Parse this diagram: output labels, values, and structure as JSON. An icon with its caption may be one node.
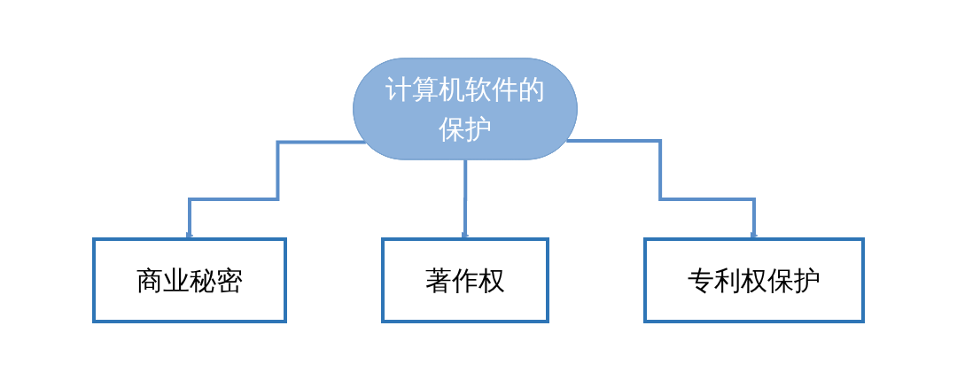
{
  "diagram": {
    "nodes": [
      {
        "text": [
          "计算机软件的保护"
        ]
      },
      {
        "text": [
          "商业秘密"
        ]
      },
      {
        "text": [
          "著作权"
        ]
      },
      {
        "text": [
          "专利权保护"
        ]
      }
    ],
    "edges": [
      {
        "from": 0,
        "to": 1,
        "arrow": "to"
      },
      {
        "from": 0,
        "to": 2,
        "arrow": "to"
      },
      {
        "from": 0,
        "to": 3,
        "arrow": "to"
      }
    ]
  }
}
